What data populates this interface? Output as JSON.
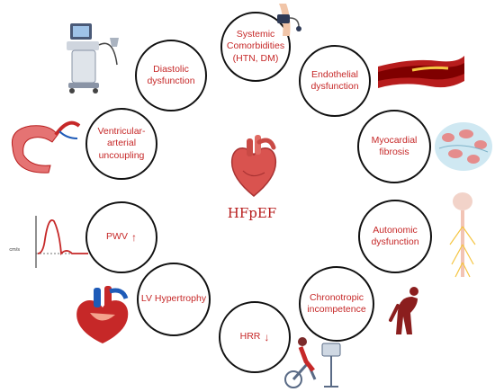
{
  "center": {
    "label": "HFpEF",
    "icon": "heart-icon"
  },
  "nodes": [
    {
      "id": "systemic",
      "label": "Systemic\nComorbidities\n(HTN, DM)",
      "icon": "blood-pressure-cuff-icon"
    },
    {
      "id": "endothelial",
      "label": "Endothelial\ndysfunction",
      "icon": "blood-vessel-icon"
    },
    {
      "id": "myocardial",
      "label": "Myocardial\nfibrosis",
      "icon": "fibrotic-tissue-icon"
    },
    {
      "id": "autonomic",
      "label": "Autonomic\ndysfunction",
      "icon": "nervous-system-icon"
    },
    {
      "id": "chronotropic",
      "label": "Chronotropic\nincompetence",
      "icon": "fatigued-person-icon"
    },
    {
      "id": "hrr",
      "label": "HRR",
      "arrow": "↓",
      "icon": "exercise-bike-test-icon"
    },
    {
      "id": "lvh",
      "label": "LV Hypertrophy",
      "icon": "heart-anatomy-icon"
    },
    {
      "id": "pwv",
      "label": "PWV",
      "arrow": "↑",
      "icon": "pulse-waveform-icon"
    },
    {
      "id": "uncoupling",
      "label": "Ventricular-\narterial\nuncoupling",
      "icon": "ventricle-artery-icon"
    },
    {
      "id": "diastolic",
      "label": "Diastolic\ndysfunction",
      "icon": "ultrasound-machine-icon"
    }
  ],
  "waveform": {
    "unit": "cm/s"
  },
  "colors": {
    "text": "#c62828",
    "heart": "#d9534f",
    "border": "#111111"
  }
}
